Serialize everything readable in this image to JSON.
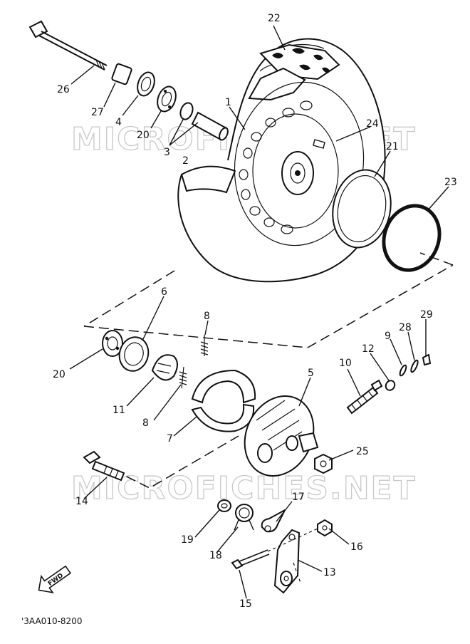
{
  "diagram": {
    "watermark": "MICROFICHES.NET",
    "diagram_code": "'3AA010-8200",
    "direction_label": "FWD",
    "callouts": [
      "22",
      "26",
      "27",
      "4",
      "20",
      "1",
      "3",
      "2",
      "24",
      "21",
      "23",
      "6",
      "8",
      "29",
      "28",
      "9",
      "12",
      "20",
      "10",
      "11",
      "5",
      "8",
      "7",
      "25",
      "14",
      "17",
      "19",
      "16",
      "18",
      "13",
      "15"
    ]
  }
}
